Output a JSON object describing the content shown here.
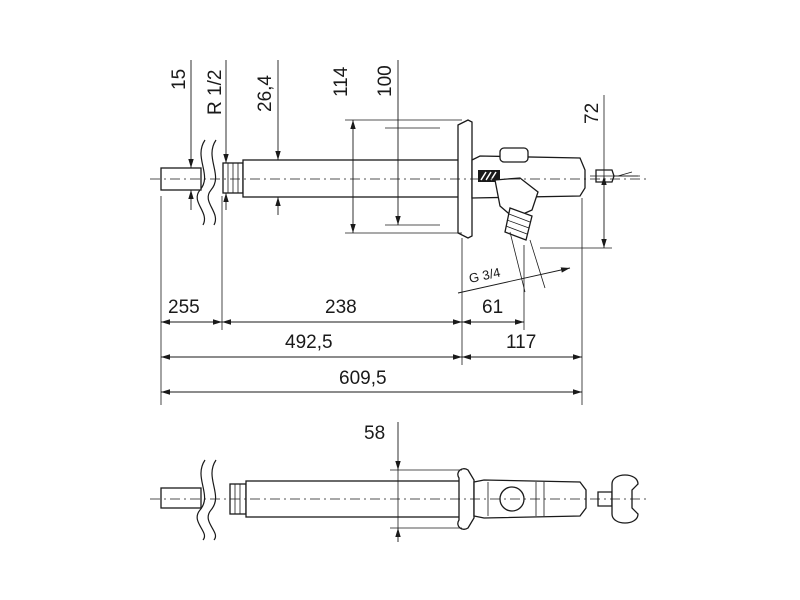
{
  "dimensions": {
    "d15": "15",
    "r_half": "R 1/2",
    "d26_4": "26,4",
    "d114": "114",
    "d100": "100",
    "d72": "72",
    "g_thread": "G 3/4",
    "d255": "255",
    "d238": "238",
    "d61": "61",
    "d492_5": "492,5",
    "d117": "117",
    "d609_5": "609,5",
    "d58": "58"
  }
}
